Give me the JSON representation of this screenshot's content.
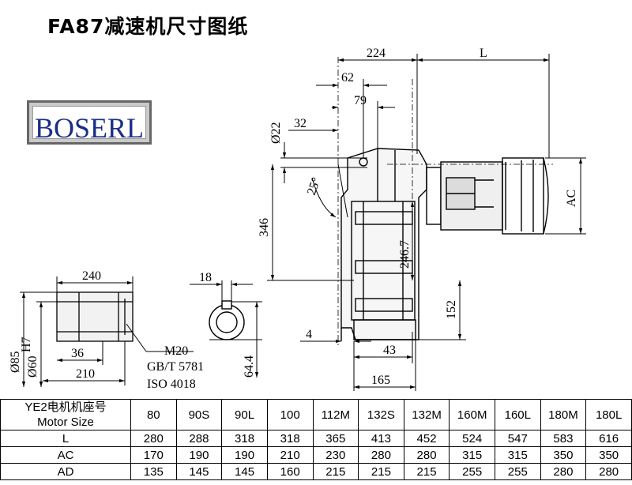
{
  "title": "FA87减速机尺寸图纸",
  "logo": {
    "text": "BOSERL"
  },
  "drawing": {
    "labels": {
      "d224": "224",
      "dL": "L",
      "d62": "62",
      "d79": "79",
      "d22": "Ø22",
      "d32": "32",
      "angle": "25°",
      "d346": "346",
      "d2467": "246.7",
      "dAC": "AC",
      "d152": "152",
      "d4": "4",
      "d43": "43",
      "d165": "165",
      "d240": "240",
      "d18": "18",
      "d36": "36",
      "d210": "210",
      "d85": "Ø85",
      "d60": "Ø60",
      "d60sup": "H7",
      "d644": "64.4",
      "note1": "M20",
      "note2": "GB/T 5781",
      "note3": "ISO 4018"
    }
  },
  "table": {
    "header": {
      "line1": "YE2电机机座号",
      "line2": "Motor Size"
    },
    "sizes": [
      "80",
      "90S",
      "90L",
      "100",
      "112M",
      "132S",
      "132M",
      "160M",
      "160L",
      "180M",
      "180L"
    ],
    "rows": [
      {
        "name": "L",
        "values": [
          "280",
          "288",
          "318",
          "318",
          "365",
          "413",
          "452",
          "524",
          "547",
          "583",
          "616"
        ]
      },
      {
        "name": "AC",
        "values": [
          "170",
          "190",
          "190",
          "210",
          "230",
          "280",
          "280",
          "315",
          "315",
          "350",
          "350"
        ]
      },
      {
        "name": "AD",
        "values": [
          "135",
          "145",
          "145",
          "160",
          "215",
          "215",
          "215",
          "255",
          "255",
          "280",
          "280"
        ]
      }
    ]
  }
}
